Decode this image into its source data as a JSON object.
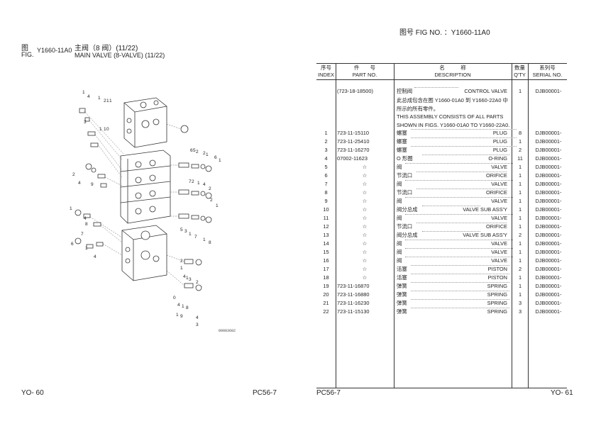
{
  "header": {
    "right_fig": "图号 FIG NO. ：Y1660-11A0",
    "fig_cn": "图",
    "fig_en": "FIG.",
    "fig_no": "Y1660-11A0",
    "title_cn": "主阀（8 阀）(11/22)",
    "title_en": "MAIN VALVE (8-VALVE) (11/22)"
  },
  "diagram": {
    "drawing_code": "00083682",
    "callouts": [
      "1",
      "4",
      "1",
      "2",
      "1",
      "1",
      "3",
      "1",
      "1",
      "0",
      "2",
      "4",
      "9",
      "1",
      "4",
      "8",
      "7",
      "6",
      "1",
      "4",
      "6",
      "5",
      "2",
      "2",
      "1",
      "6",
      "1",
      "7",
      "2",
      "1",
      "4",
      "2",
      "2",
      "1",
      "5",
      "3",
      "1",
      "7",
      "1",
      "8",
      "2",
      "1",
      "4",
      "1",
      "3",
      "2",
      "0",
      "4",
      "1",
      "8",
      "1",
      "9",
      "4",
      "3"
    ]
  },
  "table": {
    "headers": {
      "index_cn": "序号",
      "index_en": "INDEX",
      "part_cn": "件　　号",
      "part_en": "PART NO.",
      "desc_cn": "名　　　称",
      "desc_en": "DESCRIPTION",
      "qty_cn": "数量",
      "qty_en": "Q'TY",
      "serial_cn": "系列号",
      "serial_en": "SERIAL NO."
    },
    "assembly": {
      "part": "(723-18-18500)",
      "cn": "控制阀",
      "en": "CONTROL VALVE",
      "qty": "1",
      "serial": "DJB00001-",
      "note1": "此总成包含在图 Y1660-01A0 到 Y1660-22A0 中",
      "note2": "所示的所有零件。",
      "note3": "THIS  ASSEMBLY  CONSISTS  OF  ALL  PARTS",
      "note4": "SHOWN IN FIGS. Y1660-01A0 TO Y1660-22A0."
    },
    "rows": [
      {
        "idx": "1",
        "part": "723-11-15110",
        "cn": "螺塞",
        "en": "PLUG",
        "qty": "8",
        "serial": "DJB00001-"
      },
      {
        "idx": "2",
        "part": "723-11-25410",
        "cn": "螺塞",
        "en": "PLUG",
        "qty": "1",
        "serial": "DJB00001-"
      },
      {
        "idx": "3",
        "part": "723-11-16270",
        "cn": "螺塞",
        "en": "PLUG",
        "qty": "2",
        "serial": "DJB00001-"
      },
      {
        "idx": "4",
        "part": "07002-11623",
        "cn": "O 形圈",
        "en": "O-RING",
        "qty": "11",
        "serial": "DJB00001-"
      },
      {
        "idx": "5",
        "part": "☆",
        "cn": "阀",
        "en": "VALVE",
        "qty": "1",
        "serial": "DJB00001-"
      },
      {
        "idx": "6",
        "part": "☆",
        "cn": "节流口",
        "en": "ORIFICE",
        "qty": "1",
        "serial": "DJB00001-"
      },
      {
        "idx": "7",
        "part": "☆",
        "cn": "阀",
        "en": "VALVE",
        "qty": "1",
        "serial": "DJB00001-"
      },
      {
        "idx": "8",
        "part": "☆",
        "cn": "节流口",
        "en": "ORIFICE",
        "qty": "1",
        "serial": "DJB00001-"
      },
      {
        "idx": "9",
        "part": "☆",
        "cn": "阀",
        "en": "VALVE",
        "qty": "1",
        "serial": "DJB00001-"
      },
      {
        "idx": "10",
        "part": "☆",
        "cn": "阀分总成",
        "en": "VALVE SUB ASS'Y",
        "qty": "1",
        "serial": "DJB00001-"
      },
      {
        "idx": "11",
        "part": "☆",
        "cn": "阀",
        "en": "VALVE",
        "qty": "1",
        "serial": "DJB00001-"
      },
      {
        "idx": "12",
        "part": "☆",
        "cn": "节流口",
        "en": "ORIFICE",
        "qty": "1",
        "serial": "DJB00001-"
      },
      {
        "idx": "13",
        "part": "☆",
        "cn": "阀分总成",
        "en": "VALVE SUB ASS'Y",
        "qty": "2",
        "serial": "DJB00001-"
      },
      {
        "idx": "14",
        "part": "☆",
        "cn": "阀",
        "en": "VALVE",
        "qty": "1",
        "serial": "DJB00001-"
      },
      {
        "idx": "15",
        "part": "☆",
        "cn": "阀",
        "en": "VALVE",
        "qty": "1",
        "serial": "DJB00001-"
      },
      {
        "idx": "16",
        "part": "☆",
        "cn": "阀",
        "en": "VALVE",
        "qty": "1",
        "serial": "DJB00001-"
      },
      {
        "idx": "17",
        "part": "☆",
        "cn": "活塞",
        "en": "PISTON",
        "qty": "2",
        "serial": "DJB00001-"
      },
      {
        "idx": "18",
        "part": "☆",
        "cn": "活塞",
        "en": "PISTON",
        "qty": "1",
        "serial": "DJB00001-"
      },
      {
        "idx": "19",
        "part": "723-11-16870",
        "cn": "弹簧",
        "en": "SPRING",
        "qty": "1",
        "serial": "DJB00001-"
      },
      {
        "idx": "20",
        "part": "723-11-16880",
        "cn": "弹簧",
        "en": "SPRING",
        "qty": "1",
        "serial": "DJB00001-"
      },
      {
        "idx": "21",
        "part": "723-11-16230",
        "cn": "弹簧",
        "en": "SPRING",
        "qty": "3",
        "serial": "DJB00001-"
      },
      {
        "idx": "22",
        "part": "723-11-15130",
        "cn": "弹簧",
        "en": "SPRING",
        "qty": "3",
        "serial": "DJB00001-"
      }
    ]
  },
  "footer": {
    "left_page": "YO- 60",
    "left_model": "PC56-7",
    "right_model": "PC56-7",
    "right_page": "YO- 61"
  }
}
